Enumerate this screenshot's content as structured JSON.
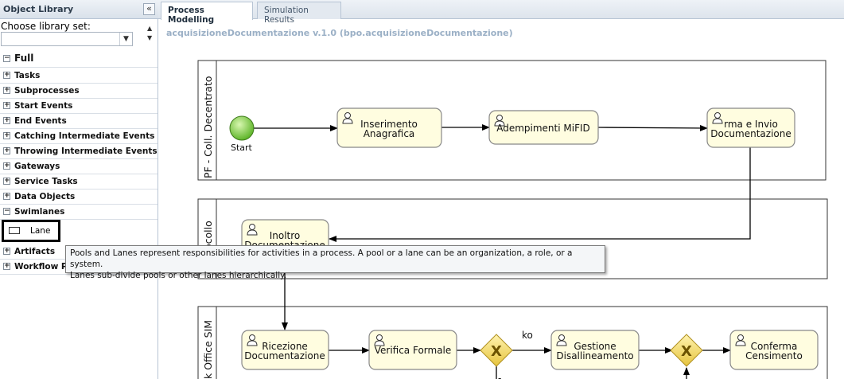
{
  "left_panel": {
    "title": "Object Library",
    "collapse_icon": "«",
    "choose_label": "Choose library set:",
    "library_select_value": "",
    "sections": [
      {
        "label": "Full",
        "expanded": true
      },
      {
        "label": "Tasks"
      },
      {
        "label": "Subprocesses"
      },
      {
        "label": "Start Events"
      },
      {
        "label": "End Events"
      },
      {
        "label": "Catching Intermediate Events"
      },
      {
        "label": "Throwing Intermediate Events"
      },
      {
        "label": "Gateways"
      },
      {
        "label": "Service Tasks"
      },
      {
        "label": "Data Objects"
      },
      {
        "label": "Swimlanes",
        "expanded": true
      },
      {
        "label": "Artifacts"
      },
      {
        "label": "Workflow P"
      }
    ],
    "swimlane_item": "Lane"
  },
  "tabs": [
    {
      "label": "Process Modelling",
      "active": true
    },
    {
      "label": "Simulation Results",
      "active": false
    }
  ],
  "process_title": "acquisizioneDocumentazione v.1.0 (bpo.acquisizioneDocumentazione)",
  "tooltip": {
    "line1": "Pools and Lanes represent responsibilities for activities in a process. A pool or a lane can be an organization, a role, or a system.",
    "line2": "Lanes sub-divide pools or other lanes hierarchically."
  },
  "diagram": {
    "pools": [
      {
        "label": "PF - Coll. Decentrato"
      },
      {
        "label": "ocollo"
      },
      {
        "label": "k Office SIM"
      }
    ],
    "start_event": "Start",
    "tasks": {
      "inserimento": [
        "Inserimento",
        "Anagrafica"
      ],
      "adempimenti": [
        "Adempimenti MiFID"
      ],
      "firma": [
        "rma e Invio",
        "Documentazione"
      ],
      "inoltro": [
        "Inoltro",
        "Documentazione"
      ],
      "ricezione": [
        "Ricezione",
        "Documentazione"
      ],
      "verifica": [
        "Verifica Formale"
      ],
      "gestione": [
        "Gestione",
        "Disallineamento"
      ],
      "conferma": [
        "Conferma",
        "Censimento"
      ]
    },
    "flow_labels": {
      "ko": "ko"
    },
    "colors": {
      "task_fill": "#fffde0",
      "task_stroke": "#888888",
      "start_fill": "#7fcf3a",
      "gateway_fill": "#f5dc6a",
      "title": "#9bb0c6"
    },
    "icons": [
      "user-task-icon",
      "exclusive-gateway-icon"
    ]
  }
}
